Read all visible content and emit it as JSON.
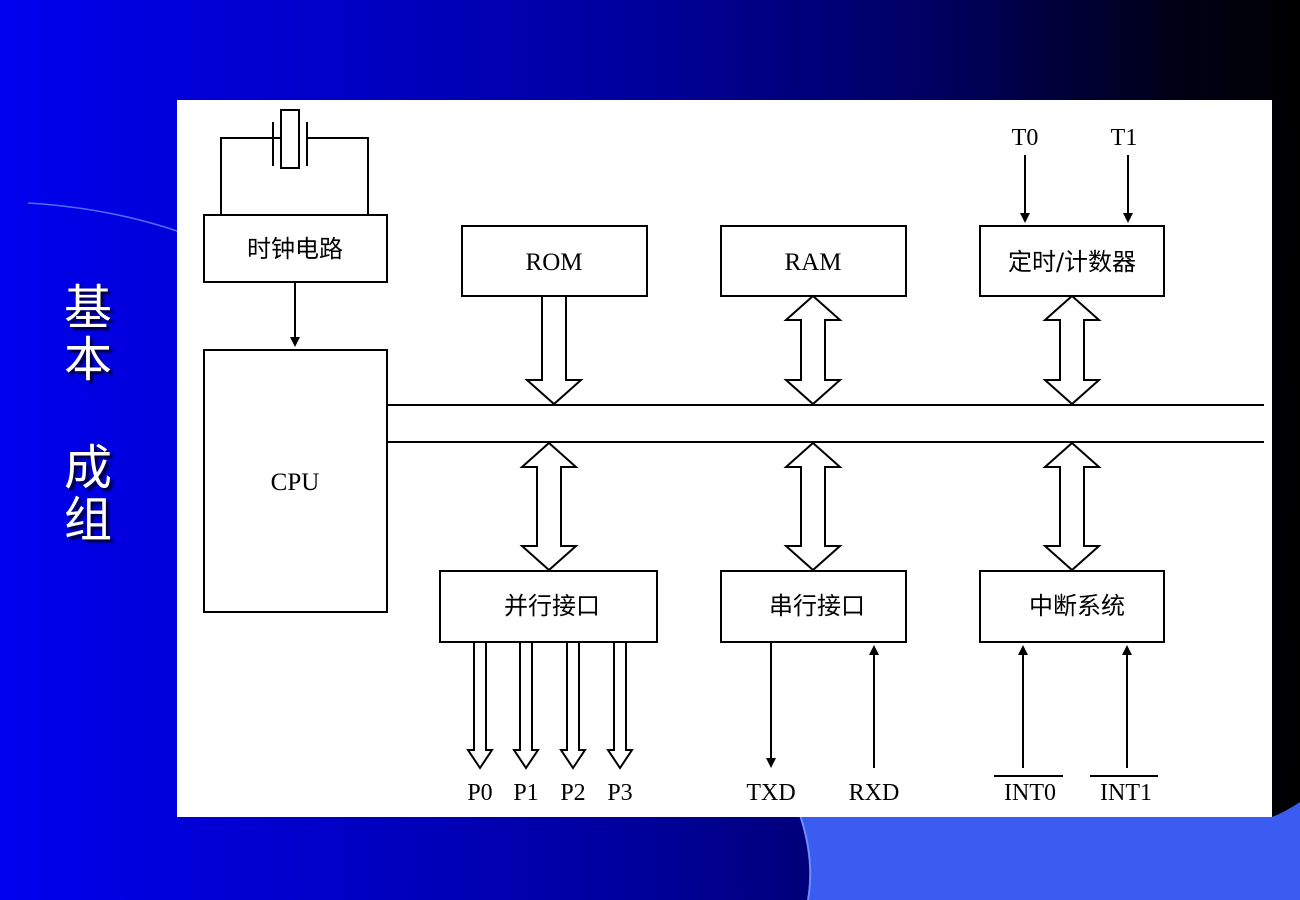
{
  "slide": {
    "side_title": [
      "基",
      "本",
      "成",
      "组"
    ]
  },
  "blocks": {
    "clock": "时钟电路",
    "cpu": "CPU",
    "rom": "ROM",
    "ram": "RAM",
    "timer": "定时/计数器",
    "parallel": "并行接口",
    "serial": "串行接口",
    "interrupt": "中断系统"
  },
  "signals": {
    "t0": "T0",
    "t1": "T1",
    "p0": "P0",
    "p1": "P1",
    "p2": "P2",
    "p3": "P3",
    "txd": "TXD",
    "rxd": "RXD",
    "int0": "INT0",
    "int1": "INT1"
  },
  "colors": {
    "background_left": "#0000ee",
    "background_right": "#000000",
    "panel": "#ffffff",
    "ink": "#000000"
  }
}
